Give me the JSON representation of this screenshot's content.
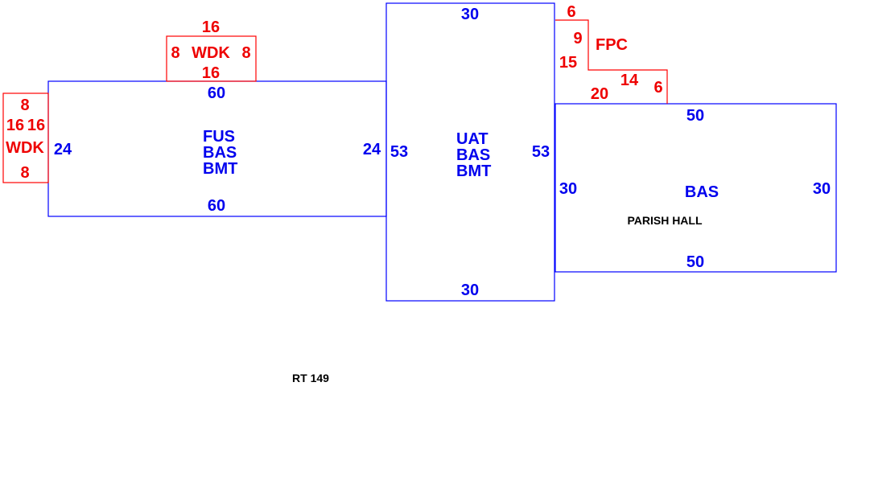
{
  "colors": {
    "main_area": "#0000ff",
    "addition_area": "#ff0000",
    "annotation": "#000000"
  },
  "sections": {
    "fus": {
      "codes": [
        "FUS",
        "BAS",
        "BMT"
      ],
      "top": "60",
      "bottom": "60",
      "left": "24",
      "right": "24"
    },
    "uat": {
      "codes": [
        "UAT",
        "BAS",
        "BMT"
      ],
      "top": "30",
      "bottom": "30",
      "left": "53",
      "right": "53"
    },
    "parish": {
      "codes": [
        "BAS"
      ],
      "top": "50",
      "bottom": "50",
      "left": "30",
      "right": "30",
      "note": "PARISH HALL"
    },
    "wdk_top": {
      "code": "WDK",
      "top": "16",
      "bottom": "16",
      "left": "8",
      "right": "8"
    },
    "wdk_left": {
      "code": "WDK",
      "top": "8",
      "bottom": "8",
      "left": "16",
      "right": "16"
    },
    "fpc": {
      "code": "FPC",
      "dims": [
        "6",
        "9",
        "15",
        "20",
        "14",
        "6"
      ]
    }
  },
  "annotations": {
    "road": "RT 149"
  }
}
